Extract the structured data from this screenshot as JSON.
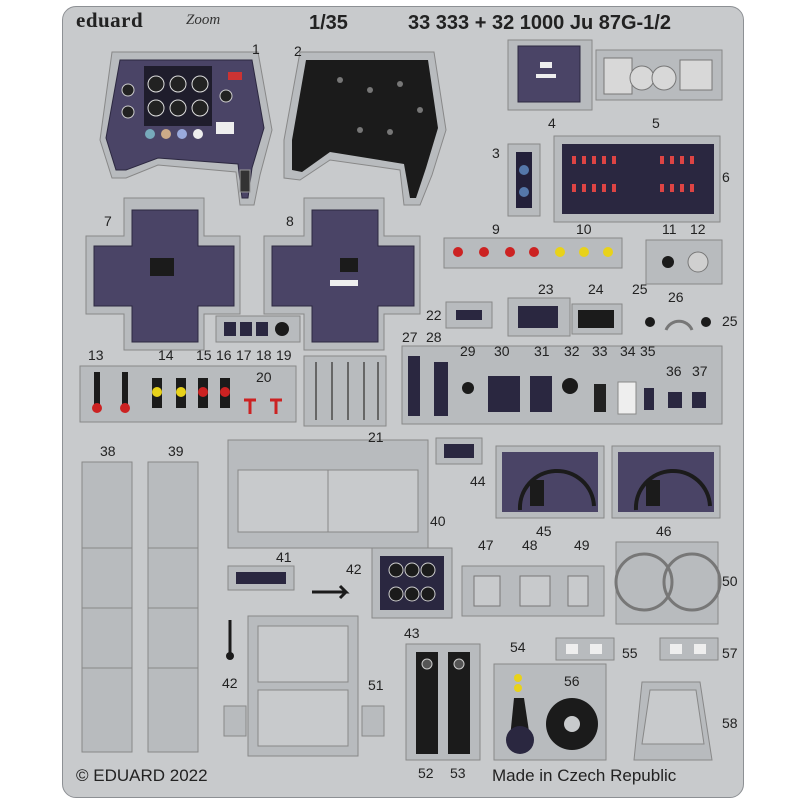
{
  "header": {
    "brand": "eduard",
    "brand_sub": "Zoom",
    "scale": "1/35",
    "set_code": "33 333 + 32 1000 Ju 87G-1/2"
  },
  "footer": {
    "copyright": "© EDUARD 2022",
    "origin": "Made in Czech Republic"
  },
  "part_numbers": {
    "p1": "1",
    "p2": "2",
    "p3": "3",
    "p4": "4",
    "p5": "5",
    "p6": "6",
    "p7": "7",
    "p8": "8",
    "p9": "9",
    "p10": "10",
    "p11": "11",
    "p12": "12",
    "p13": "13",
    "p14": "14",
    "p15": "15",
    "p16": "16",
    "p17": "17",
    "p18": "18",
    "p19": "19",
    "p20": "20",
    "p21": "21",
    "p22": "22",
    "p23": "23",
    "p24": "24",
    "p25a": "25",
    "p25b": "25",
    "p26": "26",
    "p27": "27",
    "p28": "28",
    "p29": "29",
    "p30": "30",
    "p31": "31",
    "p32": "32",
    "p33": "33",
    "p34": "34",
    "p35": "35",
    "p36": "36",
    "p37": "37",
    "p38": "38",
    "p39": "39",
    "p40": "40",
    "p41": "41",
    "p42a": "42",
    "p42b": "42",
    "p43": "43",
    "p44": "44",
    "p45": "45",
    "p46": "46",
    "p47": "47",
    "p48": "48",
    "p49": "49",
    "p50": "50",
    "p51": "51",
    "p52": "52",
    "p53": "53",
    "p54": "54",
    "p55": "55",
    "p56": "56",
    "p57": "57",
    "p58": "58"
  },
  "colors": {
    "fret": "#c8cacc",
    "panel": "#4a4466",
    "black": "#1b1b1b",
    "red": "#cc2222",
    "yellow": "#e8d21a"
  }
}
